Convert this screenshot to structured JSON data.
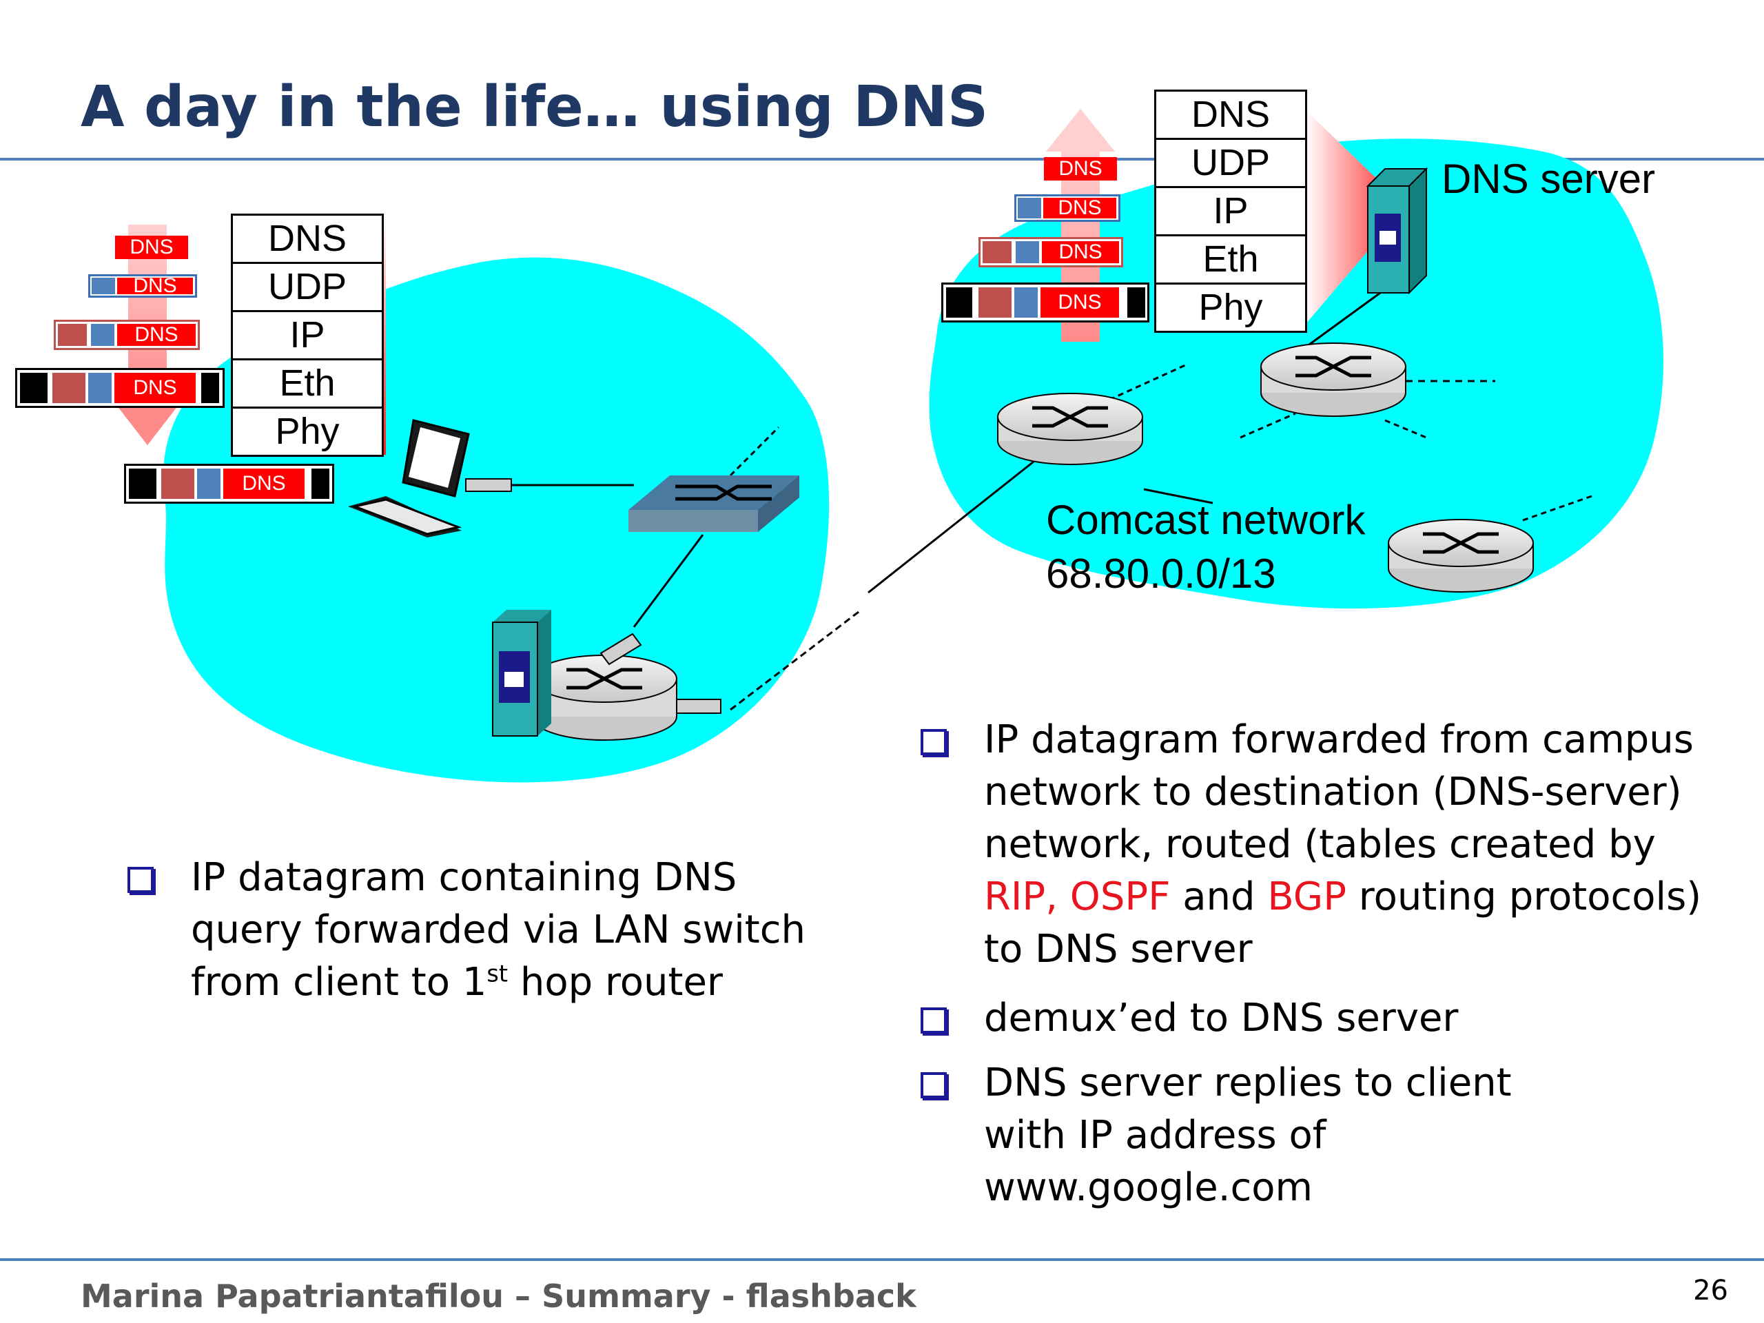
{
  "slide": {
    "title": "A day in the life… using DNS",
    "footer": "Marina Papatriantafilou –  Summary - flashback",
    "page_number": "26"
  },
  "left_stack": {
    "layers": [
      "DNS",
      "UDP",
      "IP",
      "Eth",
      "Phy"
    ]
  },
  "right_stack": {
    "layers": [
      "DNS",
      "UDP",
      "IP",
      "Eth",
      "Phy"
    ]
  },
  "packet": {
    "label": "DNS"
  },
  "network": {
    "dns_server_label": "DNS server",
    "comcast_label": "Comcast network",
    "comcast_prefix": "68.80.0.0/13"
  },
  "left_bullets": [
    {
      "text_a": "IP datagram containing DNS query forwarded via LAN switch from client to 1",
      "sup": "st",
      "text_b": " hop router"
    }
  ],
  "right_bullets": {
    "b1_part1": "IP datagram forwarded from campus network to destination (DNS-server) network, routed (tables created by ",
    "b1_red1": "RIP, OSPF",
    "b1_part2": " and ",
    "b1_red2": "BGP",
    "b1_part3": " routing protocols) to DNS server",
    "b2": "demux’ed to DNS server",
    "b3": "DNS server replies to client with IP address of www.google.com"
  },
  "colors": {
    "title": "#1f3864",
    "rule": "#4f81bd",
    "cloud": "#00ffff",
    "highlight_red": "#e8141e",
    "bullet": "#1a1a9a"
  }
}
